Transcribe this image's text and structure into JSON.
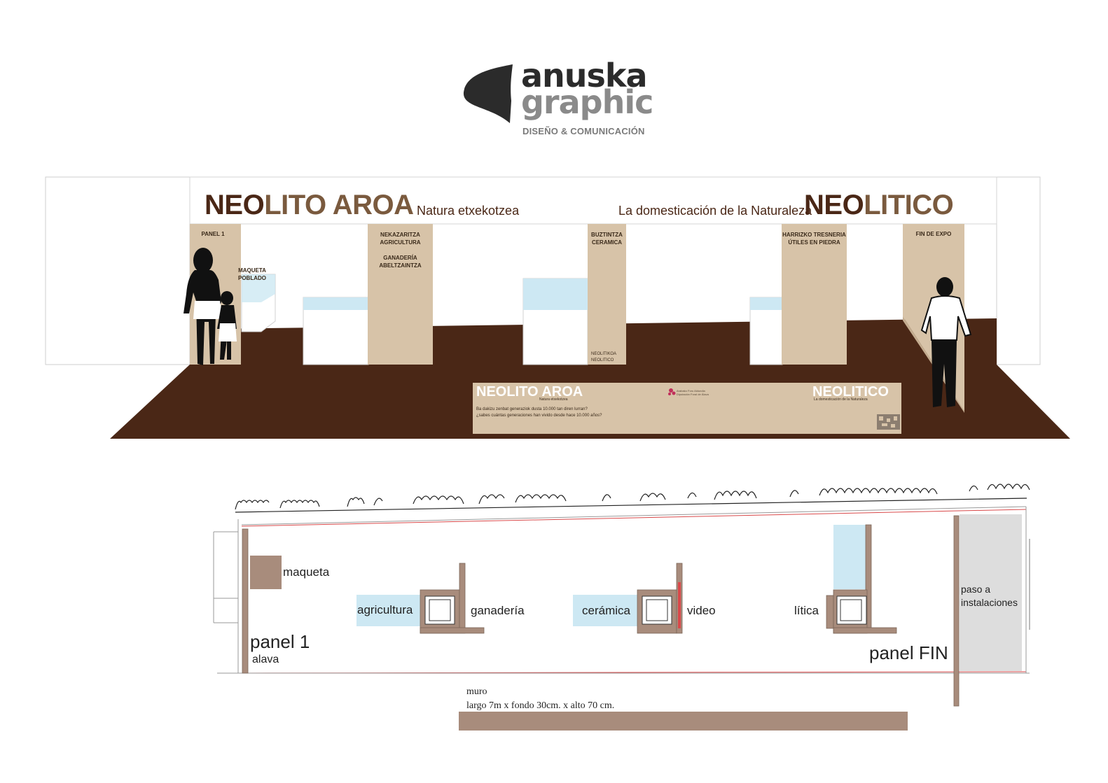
{
  "logo": {
    "line1": "anuska",
    "line2": "graphic",
    "tagline": "DISEÑO & COMUNICACIÓN"
  },
  "colors": {
    "floor": "#4a2716",
    "panel": "#d7c3a8",
    "dark_brown": "#4a2716",
    "title_light": "#7a5a3e",
    "plan_brown": "#a88c7c",
    "plan_blue": "#cde8f3",
    "plan_red": "#d9494a",
    "plan_gray": "#dddddd"
  },
  "elevation": {
    "header_left_bold": "NEO",
    "header_left_light": "LITO AROA",
    "header_left_sub": "Natura etxekotzea",
    "header_right_sub": "La domesticación de la Naturaleza",
    "header_right_bold": "NEO",
    "header_right_light": "LITICO",
    "panels": [
      {
        "line1": "PANEL 1",
        "line2": "",
        "line3": "",
        "line4": ""
      },
      {
        "line1": "NEKAZARITZA",
        "line2": "AGRICULTURA",
        "line3": "GANADERÍA",
        "line4": "ABELTZAINTZA"
      },
      {
        "line1": "BUZTINTZA",
        "line2": "CERAMICA",
        "line3": "",
        "line4": ""
      },
      {
        "line1": "HARRIZKO TRESNERIA",
        "line2": "ÚTILES EN PIEDRA",
        "line3": "",
        "line4": ""
      },
      {
        "line1": "FIN DE EXPO",
        "line2": "",
        "line3": "",
        "line4": ""
      }
    ],
    "maqueta_line1": "MAQUETA",
    "maqueta_line2": "POBLADO",
    "ceramic_panel_foot1": "NEOLITIKOA",
    "ceramic_panel_foot2": "NEOLITICO",
    "front_wall": {
      "title_left": "NEOLITO AROA",
      "title_left_sub": "Natura etxekotzea",
      "question_eu": "Ba dakizu zenbat generaziok dusta 10.000 tan diren lurran?",
      "question_es": "¿sabes cuántas generaciones han vivido desde hace 10.000 años?",
      "title_right": "NEOLITICO",
      "title_right_sub": "La domesticación de la Naturaleza",
      "sponsor_line1": "Arabako Foru Aldundia",
      "sponsor_line2": "Diputación Foral de Álava"
    }
  },
  "plan": {
    "maqueta": "maqueta",
    "agricultura": "agricultura",
    "ganaderia": "ganadería",
    "ceramica": "cerámica",
    "video": "video",
    "litica": "lítica",
    "paso_line1": "paso a",
    "paso_line2": "instalaciones",
    "panel1": "panel 1",
    "alava": "alava",
    "panel_fin": "panel FIN",
    "muro_title": "muro",
    "muro_dims": "largo 7m x fondo 30cm. x alto 70 cm."
  }
}
